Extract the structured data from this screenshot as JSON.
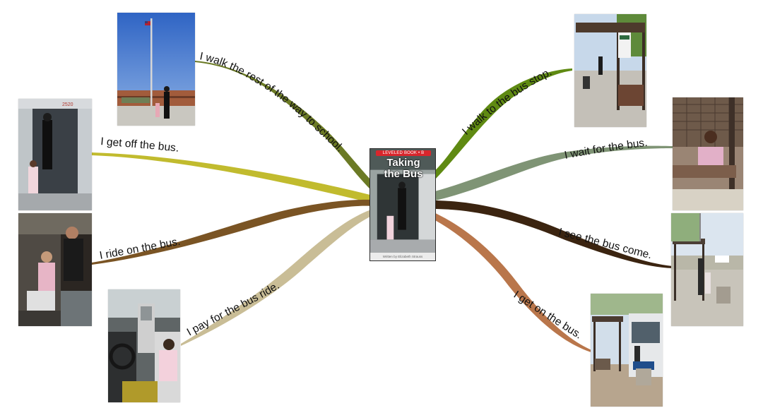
{
  "center": {
    "badge": "LEVELED BOOK • B",
    "title_line1": "Taking",
    "title_line2": "the Bus",
    "footer": "Written by Elizabeth Strauss"
  },
  "branches": [
    {
      "id": "walk-rest",
      "label": "I walk the rest of the way to school.",
      "color": "#6b7a25",
      "photo": "flagpole-school-photo"
    },
    {
      "id": "get-off",
      "label": "I get off the bus.",
      "color": "#c1bb2e",
      "photo": "bus-door-exit-photo"
    },
    {
      "id": "ride-on",
      "label": "I ride on the bus.",
      "color": "#7a5424",
      "photo": "bus-interior-riders-photo"
    },
    {
      "id": "pay-ride",
      "label": "I pay for the bus ride.",
      "color": "#c9bd96",
      "photo": "fare-box-payment-photo"
    },
    {
      "id": "walk-stop",
      "label": "I walk to the bus stop.",
      "color": "#5f8a12",
      "photo": "bus-stop-sign-photo"
    },
    {
      "id": "wait-bus",
      "label": "I wait for the bus.",
      "color": "#7f9475",
      "photo": "bench-waiting-photo"
    },
    {
      "id": "see-bus",
      "label": "I see the bus come.",
      "color": "#3b2410",
      "photo": "bus-approaching-photo"
    },
    {
      "id": "get-on",
      "label": "I get on the bus.",
      "color": "#b9764b",
      "photo": "boarding-bus-photo"
    }
  ]
}
